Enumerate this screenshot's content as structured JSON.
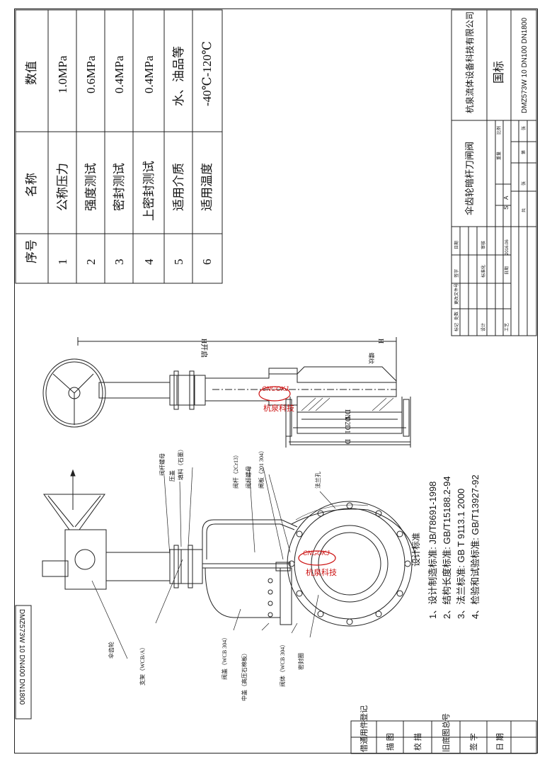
{
  "spec_table": {
    "headers": [
      "序号",
      "名称",
      "数值"
    ],
    "rows": [
      [
        "1",
        "公称压力",
        "1.0MPa"
      ],
      [
        "2",
        "强度测试",
        "0.6MPa"
      ],
      [
        "3",
        "密封测试",
        "0.4MPa"
      ],
      [
        "4",
        "上密封测试",
        "0.4MPa"
      ],
      [
        "5",
        "适用介质",
        "水、油品等"
      ],
      [
        "6",
        "适用温度",
        "-40℃-120℃"
      ]
    ]
  },
  "title_block": {
    "company": "杭泉流体设备科技有限公司",
    "standard": "国标",
    "model": "DMZ573W 10 DN100 DN1800",
    "product_name": "伞齿轮暗杆刀闸阀",
    "labels": [
      "标记",
      "处数",
      "更改文件号",
      "签字",
      "日期",
      "设计",
      "标准化",
      "审核",
      "工艺",
      "日期",
      "重量",
      "比例",
      "共",
      "张",
      "第",
      "张"
    ],
    "marks": [
      "S",
      "A"
    ],
    "date": "2016.06"
  },
  "drawing_code": "DMZ573W 10 DN400 DN1800",
  "dimensions": {
    "h_open": "H开启",
    "h": "H",
    "dn": "DN",
    "d2": "D2",
    "d1": "D1",
    "d": "D",
    "thread": "螺纹"
  },
  "callouts": [
    "伞齿轮",
    "支架（WCB/A）",
    "阀杆螺母",
    "压盖",
    "填料（石墨）",
    "阀杆（2Cr13）",
    "阀杆螺母",
    "闸板（201 304）",
    "法兰孔",
    "阀盖（WCB 304）",
    "中盖（高压石棉板）",
    "阀体（WCB 304）",
    "密封圈"
  ],
  "standards": {
    "heading": "设计标准",
    "items": [
      "1、设计制造标准: JB/T8691-1998",
      "2、结构长度标准: GB/T15188.2-94",
      "3、法兰标准: GB T 9113.1 2000",
      "4、检验和试验标准: GB/T13927-92"
    ]
  },
  "watermark": {
    "logo": "CNGOKJ",
    "text": "杭泉科技"
  },
  "left_strip": [
    "借通用件登记",
    "描 图",
    "校 描",
    "旧底图总号",
    "签 字",
    "日 期"
  ],
  "colors": {
    "line": "#222222",
    "watermark": "#cc1111"
  }
}
